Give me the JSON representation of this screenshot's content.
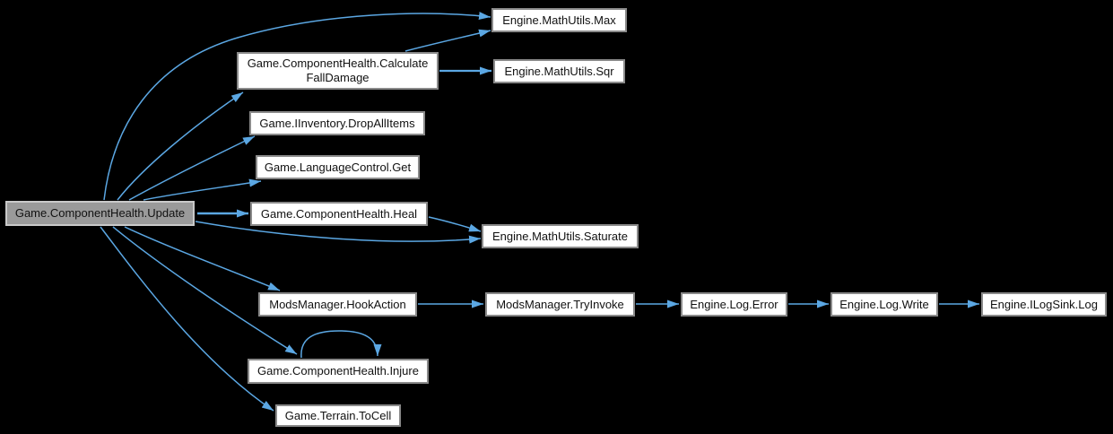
{
  "colors": {
    "background": "#000000",
    "edge-color": "#5BA7E3",
    "node-fill": "#FFFFFF",
    "node-border": "#8A8A8A",
    "node-text": "#111111",
    "highlight-fill": "#9A9A9A",
    "highlight-border": "#C9C9C9"
  },
  "nodes": [
    {
      "id": "update",
      "label": "Game.ComponentHealth.Update",
      "highlighted": true
    },
    {
      "id": "max",
      "label": "Engine.MathUtils.Max"
    },
    {
      "id": "calculate-fall-damage",
      "label": "Game.ComponentHealth.CalculateFallDamage",
      "lines": [
        "Game.ComponentHealth.Calculate",
        "FallDamage"
      ]
    },
    {
      "id": "sqr",
      "label": "Engine.MathUtils.Sqr"
    },
    {
      "id": "drop-all-items",
      "label": "Game.IInventory.DropAllItems"
    },
    {
      "id": "language-control-get",
      "label": "Game.LanguageControl.Get"
    },
    {
      "id": "heal",
      "label": "Game.ComponentHealth.Heal"
    },
    {
      "id": "saturate",
      "label": "Engine.MathUtils.Saturate"
    },
    {
      "id": "hook-action",
      "label": "ModsManager.HookAction"
    },
    {
      "id": "try-invoke",
      "label": "ModsManager.TryInvoke"
    },
    {
      "id": "log-error",
      "label": "Engine.Log.Error"
    },
    {
      "id": "log-write",
      "label": "Engine.Log.Write"
    },
    {
      "id": "ilogsink-log",
      "label": "Engine.ILogSink.Log"
    },
    {
      "id": "injure",
      "label": "Game.ComponentHealth.Injure"
    },
    {
      "id": "to-cell",
      "label": "Game.Terrain.ToCell"
    }
  ],
  "edges": [
    {
      "from": "Game.ComponentHealth.Update",
      "to": "Engine.MathUtils.Max"
    },
    {
      "from": "Game.ComponentHealth.Update",
      "to": "Game.ComponentHealth.CalculateFallDamage"
    },
    {
      "from": "Game.ComponentHealth.Update",
      "to": "Game.IInventory.DropAllItems"
    },
    {
      "from": "Game.ComponentHealth.Update",
      "to": "Game.LanguageControl.Get"
    },
    {
      "from": "Game.ComponentHealth.Update",
      "to": "Game.ComponentHealth.Heal"
    },
    {
      "from": "Game.ComponentHealth.Update",
      "to": "Engine.MathUtils.Saturate"
    },
    {
      "from": "Game.ComponentHealth.Update",
      "to": "ModsManager.HookAction"
    },
    {
      "from": "Game.ComponentHealth.Update",
      "to": "Game.ComponentHealth.Injure"
    },
    {
      "from": "Game.ComponentHealth.Update",
      "to": "Game.Terrain.ToCell"
    },
    {
      "from": "Game.ComponentHealth.CalculateFallDamage",
      "to": "Engine.MathUtils.Max"
    },
    {
      "from": "Game.ComponentHealth.CalculateFallDamage",
      "to": "Engine.MathUtils.Sqr"
    },
    {
      "from": "Game.ComponentHealth.Heal",
      "to": "Engine.MathUtils.Saturate"
    },
    {
      "from": "ModsManager.HookAction",
      "to": "ModsManager.TryInvoke"
    },
    {
      "from": "ModsManager.TryInvoke",
      "to": "Engine.Log.Error"
    },
    {
      "from": "Engine.Log.Error",
      "to": "Engine.Log.Write"
    },
    {
      "from": "Engine.Log.Write",
      "to": "Engine.ILogSink.Log"
    },
    {
      "from": "Game.ComponentHealth.Injure",
      "to": "Game.ComponentHealth.Injure"
    }
  ]
}
